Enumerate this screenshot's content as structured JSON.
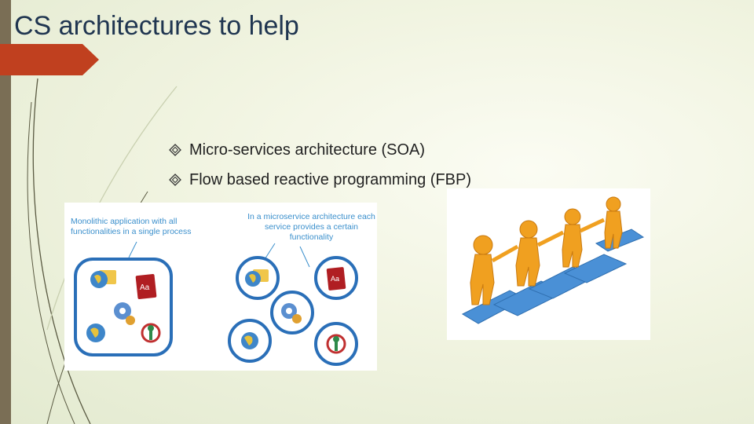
{
  "slide": {
    "title": "CS architectures to help",
    "bullets": [
      "Micro-services architecture (SOA)",
      "Flow based reactive programming (FBP)"
    ]
  },
  "monolith_figure": {
    "caption_monolith": "Monolithic application with all functionalities in a single process",
    "caption_micro": "In a microservice architecture each service provides a certain functionality",
    "icon_label": "Aa"
  },
  "colors": {
    "title": "#1f3550",
    "accent_tab": "#c0401f",
    "left_bar": "#7a6e55",
    "caption": "#3a8fcc"
  }
}
